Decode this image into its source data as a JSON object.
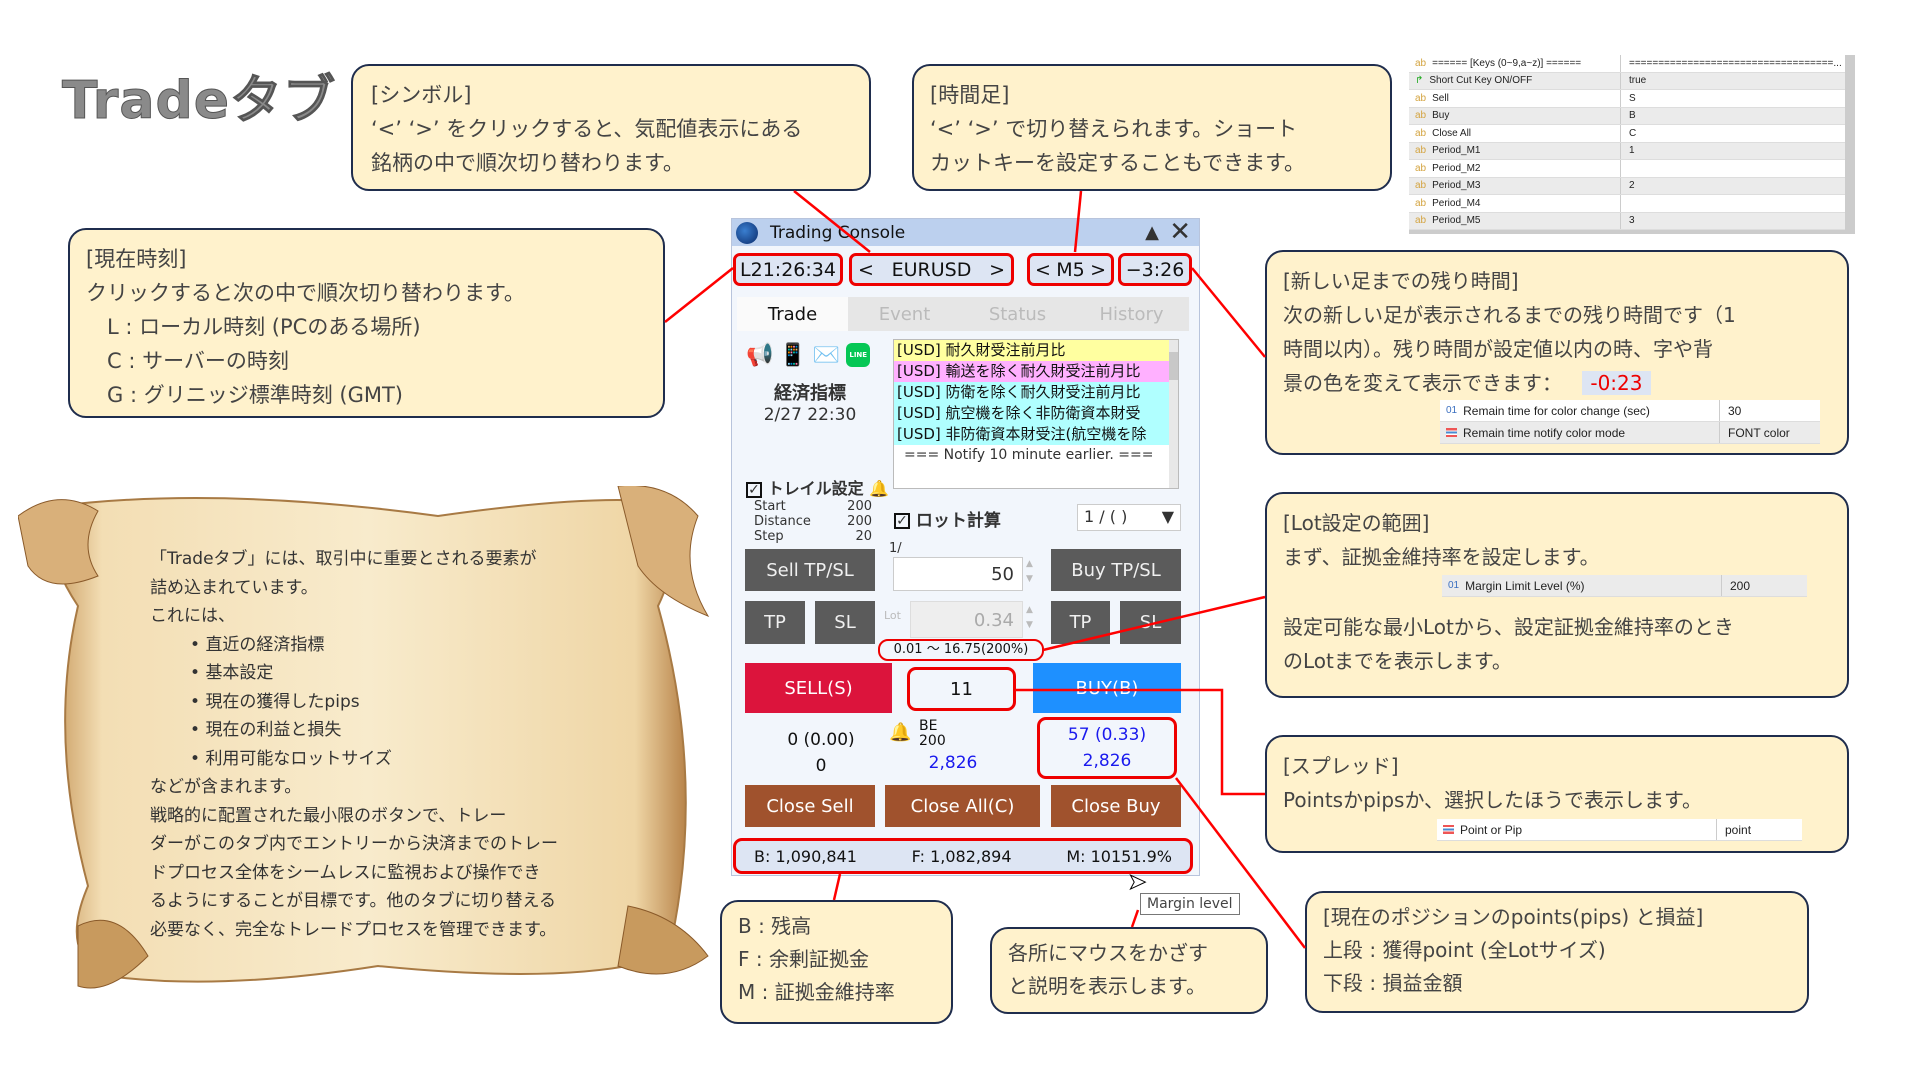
{
  "page_title": "Tradeタブ",
  "console": {
    "title": "Trading Console",
    "clock": "L21:26:34",
    "symbol": "EURUSD",
    "period": "M5",
    "remaining": "−3:26",
    "prev_glyph": "<",
    "next_glyph": ">",
    "tabs": [
      "Trade",
      "Event",
      "Status",
      "History"
    ],
    "indicator_label": "経済指標",
    "indicator_time": "2/27 22:30",
    "news": [
      {
        "text": "[USD]  耐久財受注前月比",
        "color": "#ffffa0"
      },
      {
        "text": "[USD]  輸送を除く耐久財受注前月比",
        "color": "#ffb0ff"
      },
      {
        "text": "[USD]  防衛を除く耐久財受注前月比",
        "color": "#b0ffff"
      },
      {
        "text": "[USD]  航空機を除く非防衛資本財受",
        "color": "#b0ffff"
      },
      {
        "text": "[USD]  非防衛資本財受注(航空機を除",
        "color": "#b0ffff"
      }
    ],
    "news_notice": "=== Notify 10 minute earlier. ===",
    "trail_label": "トレイル設定",
    "trail": [
      {
        "k": "Start",
        "v": "200"
      },
      {
        "k": "Distance",
        "v": "200"
      },
      {
        "k": "Step",
        "v": "20"
      }
    ],
    "lot_calc_label": "ロット計算",
    "lot_mode": "1 / ( )",
    "divisor_label": "1/",
    "divisor_value": "50",
    "lot_label": "Lot",
    "lot_value": "0.34",
    "lot_range": "0.01 〜 16.75(200%)",
    "sell_tpsl": "Sell TP/SL",
    "buy_tpsl": "Buy TP/SL",
    "tp": "TP",
    "sl": "SL",
    "sell": "SELL(S)",
    "buy": "BUY(B)",
    "spread": "11",
    "sell_points": "0 (0.00)",
    "sell_pl": "0",
    "be_label": "BE",
    "be_value": "200",
    "be_amount": "2,826",
    "buy_points": "57 (0.33)",
    "buy_pl": "2,826",
    "close_sell": "Close Sell",
    "close_all": "Close All(C)",
    "close_buy": "Close Buy",
    "balance": "B: 1,090,841",
    "free": "F: 1,082,894",
    "margin": "M: 10151.9%",
    "tooltip": "Margin level"
  },
  "callouts": {
    "symbol": [
      "[シンボル]",
      "‘<’ ‘>’ をクリックすると、気配値表示にある",
      "銘柄の中で順次切り替わります。"
    ],
    "period": [
      "[時間足]",
      "‘<’ ‘>’ で切り替えられます。ショート",
      "カットキーを設定することもできます。"
    ],
    "clock": [
      "[現在時刻]",
      "クリックすると次の中で順次切り替わります。",
      "　L : ローカル時刻 (PCのある場所)",
      "　C : サーバーの時刻",
      "　G : グリニッジ標準時刻 (GMT)"
    ],
    "remaining": [
      "[新しい足までの残り時間]",
      "次の新しい足が表示されるまでの残り時間です（1",
      "時間以内）。残り時間が設定値以内の時、字や背",
      "景の色を変えて表示できます："
    ],
    "remaining_sample": "-0:23",
    "lot": [
      "[Lot設定の範囲]",
      "まず、証拠金維持率を設定します。",
      "設定可能な最小Lotから、設定証拠金維持率のとき",
      "のLotまでを表示します。"
    ],
    "spread": [
      "[スプレッド]",
      "Pointsかpipsか、選択したほうで表示します。"
    ],
    "position": [
      "[現在のポジションのpoints(pips) と損益]",
      "上段 : 獲得point (全Lotサイズ)",
      "下段 : 損益金額"
    ],
    "balance": [
      "B : 残高",
      "F : 余剰証拠金",
      "M : 証拠金維持率"
    ],
    "hover": [
      "各所にマウスをかざす",
      "と説明を表示します。"
    ]
  },
  "settings": {
    "shortcuts": [
      {
        "k": "====== [Keys (0~9,a~z)] ======",
        "v": "===================================...",
        "icon": "ab"
      },
      {
        "k": "Short Cut Key ON/OFF",
        "v": "true",
        "icon": "bool"
      },
      {
        "k": "Sell",
        "v": "S",
        "icon": "ab"
      },
      {
        "k": "Buy",
        "v": "B",
        "icon": "ab"
      },
      {
        "k": "Close All",
        "v": "C",
        "icon": "ab"
      },
      {
        "k": "Period_M1",
        "v": "1",
        "icon": "ab"
      },
      {
        "k": "Period_M2",
        "v": "",
        "icon": "ab"
      },
      {
        "k": "Period_M3",
        "v": "2",
        "icon": "ab"
      },
      {
        "k": "Period_M4",
        "v": "",
        "icon": "ab"
      },
      {
        "k": "Period_M5",
        "v": "3",
        "icon": "ab"
      }
    ],
    "remain": [
      {
        "k": "Remain time for color change (sec)",
        "v": "30",
        "icon": "01"
      },
      {
        "k": "Remain time notify color mode",
        "v": "FONT color",
        "icon": "enum"
      }
    ],
    "margin": [
      {
        "k": "Margin Limit Level (%)",
        "v": "200",
        "icon": "01"
      }
    ],
    "point": [
      {
        "k": "Point or Pip",
        "v": "point",
        "icon": "enum"
      }
    ]
  },
  "scroll": {
    "lines": [
      "「Tradeタブ」には、取引中に重要とされる要素が",
      "詰め込まれています。",
      "これには、"
    ],
    "bullets": [
      "直近の経済指標",
      "基本設定",
      "現在の獲得したpips",
      "現在の利益と損失",
      "利用可能なロットサイズ"
    ],
    "tail": [
      "などが含まれます。",
      "戦略的に配置された最小限のボタンで、トレー",
      "ダーがこのタブ内でエントリーから決済までのトレー",
      "ドプロセス全体をシームレスに監視および操作でき",
      "るようにすることが目標です。他のタブに切り替える",
      "必要なく、完全なトレードプロセスを管理できます。"
    ]
  },
  "colors": {
    "sell": "#dc143c",
    "buy": "#1e90ff",
    "close": "#a0522d",
    "highlight": "#ff0000",
    "callout_bg": "#fff2cc"
  }
}
